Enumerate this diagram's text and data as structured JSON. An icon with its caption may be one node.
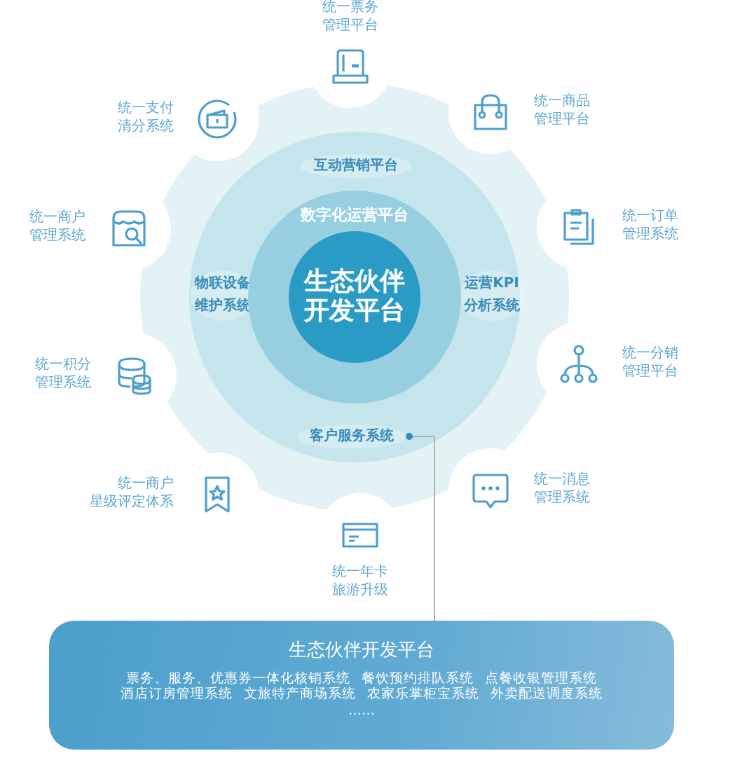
{
  "diagram": {
    "nodes": [
      {
        "text": [],
        "shape": "circle"
      },
      {
        "text": [
          "互动营销平台"
        ],
        "in": 0
      },
      {
        "text": [
          "物联设备维护系统"
        ],
        "in": 0
      },
      {
        "text": [
          "运营KPI分析系统"
        ],
        "in": 0
      },
      {
        "text": [
          "客户服务系统"
        ],
        "in": 0
      },
      {
        "text": [
          "数字化运营平台"
        ],
        "in": 0
      },
      {
        "text": [
          "生态伙伴开发平台"
        ],
        "in": 5
      },
      {
        "text": [
          "统一票务管理平台"
        ]
      },
      {
        "text": [
          "统一商品管理平台"
        ]
      },
      {
        "text": [
          "统一订单管理系统"
        ]
      },
      {
        "text": [
          "统一分销管理平台"
        ]
      },
      {
        "text": [
          "统一消息管理系统"
        ]
      },
      {
        "text": [
          "统一年卡旅游升级"
        ]
      },
      {
        "text": [
          "统一商户星级评定体系"
        ]
      },
      {
        "text": [
          "统一积分管理系统"
        ]
      },
      {
        "text": [
          "统一商户管理系统"
        ]
      },
      {
        "text": [
          "统一支付清分系统"
        ]
      },
      {
        "text": [
          "生态伙伴开发平台",
          "票务、服务、优惠券一体化核销系统",
          "餐饮预约排队系统",
          "点餐收银管理系统",
          "酒店订房管理系统",
          "文旅特产商场系统",
          "农家乐掌柜宝系统",
          "外卖配送调度系统",
          "……"
        ]
      }
    ],
    "edges": [
      {
        "from": 4,
        "to": 17,
        "arrow": "other",
        "color": "#b0b0b0"
      }
    ]
  }
}
